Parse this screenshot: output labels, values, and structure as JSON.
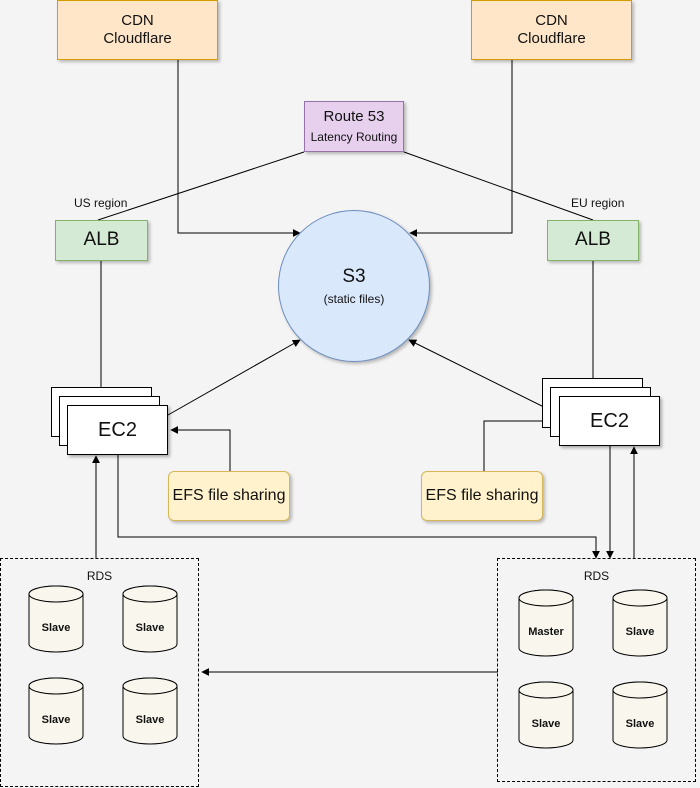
{
  "cdn_left": {
    "line1": "CDN",
    "line2": "Cloudflare"
  },
  "cdn_right": {
    "line1": "CDN",
    "line2": "Cloudflare"
  },
  "route53": {
    "title": "Route 53",
    "subtitle": "Latency Routing"
  },
  "us_region": {
    "label": "US region",
    "alb": "ALB",
    "ec2": "EC2",
    "efs": "EFS file sharing"
  },
  "eu_region": {
    "label": "EU region",
    "alb": "ALB",
    "ec2": "EC2",
    "efs": "EFS file sharing"
  },
  "s3": {
    "title": "S3",
    "subtitle": "(static files)"
  },
  "rds_left": {
    "label": "RDS",
    "databases": [
      "Slave",
      "Slave",
      "Slave",
      "Slave"
    ]
  },
  "rds_right": {
    "label": "RDS",
    "databases": [
      "Master",
      "Slave",
      "Slave",
      "Slave"
    ]
  },
  "colors": {
    "cdn_fill": "#ffe6c9",
    "route_fill": "#e6d0ee",
    "alb_fill": "#d5ead4",
    "s3_fill": "#dae8fc",
    "efs_fill": "#fff2cc",
    "db_fill": "#f9f7ed",
    "background": "#f4f4f4"
  }
}
